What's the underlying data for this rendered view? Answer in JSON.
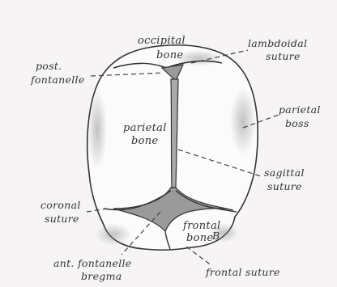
{
  "labels": {
    "occipital_bone_1": "occipital",
    "occipital_bone_2": "bone",
    "lambdoidal_1": "lambdoidal",
    "lambdoidal_2": "suture",
    "post_fontanelle_1": "post.",
    "post_fontanelle_2": "fontanelle",
    "parietal_boss_1": "parietal",
    "parietal_boss_2": "boss",
    "parietal_bone_1": "parietal",
    "parietal_bone_2": "bone",
    "sagittal_1": "sagittal",
    "sagittal_2": "suture",
    "coronal_1": "coronal",
    "coronal_2": "suture",
    "frontal_bone_1": "frontal",
    "frontal_bone_2": "bone",
    "ant_fontanelle_1": "ant. fontanelle",
    "ant_fontanelle_2": "bregma",
    "frontal_suture": "frontal suture",
    "signature": "B"
  },
  "colors": {
    "paper": "#f6f4f4",
    "bone_fill": "#fbfbfb",
    "outline": "#333333",
    "fontanelle_fill": "#9a9a9a"
  }
}
